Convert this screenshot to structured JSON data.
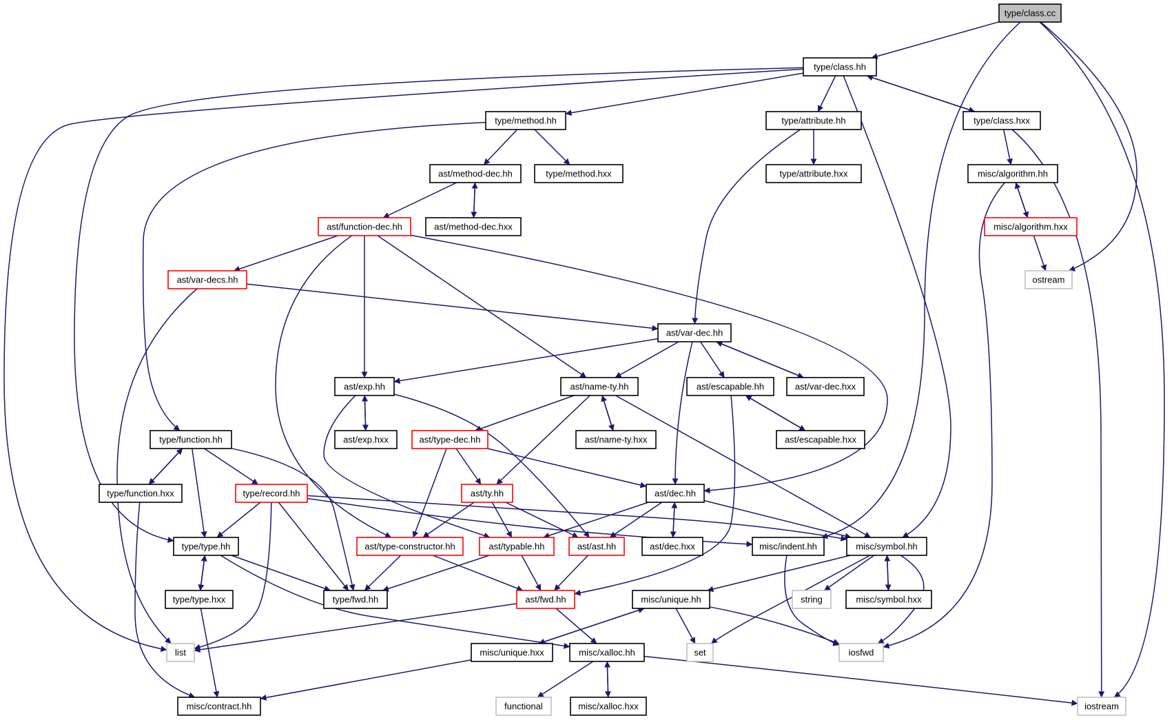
{
  "colors": {
    "edge": "#191970",
    "node_border_default": "#000000",
    "node_border_truncated": "#ff0000",
    "node_border_external": "#bfbfbf",
    "root_fill": "#bfbfbf",
    "node_fill": "#ffffff"
  },
  "legend_semantics": {
    "default": "black-bordered node (documented header)",
    "truncated": "red-bordered node (graph truncated beyond this node)",
    "external": "grey-bordered node (system header)",
    "root": "grey-filled node (file this graph is for)"
  },
  "nodes": [
    {
      "id": "type-class-cc",
      "label": "type/class.cc",
      "kind": "root"
    },
    {
      "id": "type-class-hh",
      "label": "type/class.hh",
      "kind": "default"
    },
    {
      "id": "type-method-hh",
      "label": "type/method.hh",
      "kind": "default"
    },
    {
      "id": "type-attribute-hh",
      "label": "type/attribute.hh",
      "kind": "default"
    },
    {
      "id": "type-class-hxx",
      "label": "type/class.hxx",
      "kind": "default"
    },
    {
      "id": "ast-method-dec-hh",
      "label": "ast/method-dec.hh",
      "kind": "default"
    },
    {
      "id": "type-method-hxx",
      "label": "type/method.hxx",
      "kind": "default"
    },
    {
      "id": "type-attribute-hxx",
      "label": "type/attribute.hxx",
      "kind": "default"
    },
    {
      "id": "misc-algorithm-hh",
      "label": "misc/algorithm.hh",
      "kind": "default"
    },
    {
      "id": "ast-function-dec-hh",
      "label": "ast/function-dec.hh",
      "kind": "truncated"
    },
    {
      "id": "ast-method-dec-hxx",
      "label": "ast/method-dec.hxx",
      "kind": "default"
    },
    {
      "id": "misc-algorithm-hxx",
      "label": "misc/algorithm.hxx",
      "kind": "truncated"
    },
    {
      "id": "ast-var-decs-hh",
      "label": "ast/var-decs.hh",
      "kind": "truncated"
    },
    {
      "id": "ostream",
      "label": "ostream",
      "kind": "external"
    },
    {
      "id": "ast-var-dec-hh",
      "label": "ast/var-dec.hh",
      "kind": "default"
    },
    {
      "id": "ast-exp-hh",
      "label": "ast/exp.hh",
      "kind": "default"
    },
    {
      "id": "ast-name-ty-hh",
      "label": "ast/name-ty.hh",
      "kind": "default"
    },
    {
      "id": "ast-escapable-hh",
      "label": "ast/escapable.hh",
      "kind": "default"
    },
    {
      "id": "ast-var-dec-hxx",
      "label": "ast/var-dec.hxx",
      "kind": "default"
    },
    {
      "id": "type-function-hh",
      "label": "type/function.hh",
      "kind": "default"
    },
    {
      "id": "ast-exp-hxx",
      "label": "ast/exp.hxx",
      "kind": "default"
    },
    {
      "id": "ast-type-dec-hh",
      "label": "ast/type-dec.hh",
      "kind": "truncated"
    },
    {
      "id": "ast-name-ty-hxx",
      "label": "ast/name-ty.hxx",
      "kind": "default"
    },
    {
      "id": "ast-escapable-hxx",
      "label": "ast/escapable.hxx",
      "kind": "default"
    },
    {
      "id": "type-function-hxx",
      "label": "type/function.hxx",
      "kind": "default"
    },
    {
      "id": "type-record-hh",
      "label": "type/record.hh",
      "kind": "truncated"
    },
    {
      "id": "ast-ty-hh",
      "label": "ast/ty.hh",
      "kind": "truncated"
    },
    {
      "id": "ast-dec-hh",
      "label": "ast/dec.hh",
      "kind": "default"
    },
    {
      "id": "type-type-hh",
      "label": "type/type.hh",
      "kind": "default"
    },
    {
      "id": "ast-type-constructor-hh",
      "label": "ast/type-constructor.hh",
      "kind": "truncated"
    },
    {
      "id": "ast-typable-hh",
      "label": "ast/typable.hh",
      "kind": "truncated"
    },
    {
      "id": "ast-ast-hh",
      "label": "ast/ast.hh",
      "kind": "truncated"
    },
    {
      "id": "ast-dec-hxx",
      "label": "ast/dec.hxx",
      "kind": "default"
    },
    {
      "id": "misc-indent-hh",
      "label": "misc/indent.hh",
      "kind": "default"
    },
    {
      "id": "misc-symbol-hh",
      "label": "misc/symbol.hh",
      "kind": "default"
    },
    {
      "id": "type-type-hxx",
      "label": "type/type.hxx",
      "kind": "default"
    },
    {
      "id": "type-fwd-hh",
      "label": "type/fwd.hh",
      "kind": "default"
    },
    {
      "id": "ast-fwd-hh",
      "label": "ast/fwd.hh",
      "kind": "truncated"
    },
    {
      "id": "misc-unique-hh",
      "label": "misc/unique.hh",
      "kind": "default"
    },
    {
      "id": "string",
      "label": "string",
      "kind": "external"
    },
    {
      "id": "misc-symbol-hxx",
      "label": "misc/symbol.hxx",
      "kind": "default"
    },
    {
      "id": "list",
      "label": "list",
      "kind": "external"
    },
    {
      "id": "misc-unique-hxx",
      "label": "misc/unique.hxx",
      "kind": "default"
    },
    {
      "id": "misc-xalloc-hh",
      "label": "misc/xalloc.hh",
      "kind": "default"
    },
    {
      "id": "set",
      "label": "set",
      "kind": "external"
    },
    {
      "id": "iosfwd",
      "label": "iosfwd",
      "kind": "external"
    },
    {
      "id": "misc-contract-hh",
      "label": "misc/contract.hh",
      "kind": "default"
    },
    {
      "id": "functional",
      "label": "functional",
      "kind": "external"
    },
    {
      "id": "misc-xalloc-hxx",
      "label": "misc/xalloc.hxx",
      "kind": "default"
    },
    {
      "id": "iostream",
      "label": "iostream",
      "kind": "external"
    }
  ],
  "edges": [
    {
      "from": "type-class-cc",
      "to": "type-class-hh"
    },
    {
      "from": "type-class-cc",
      "to": "misc-indent-hh"
    },
    {
      "from": "type-class-cc",
      "to": "ostream"
    },
    {
      "from": "type-class-cc",
      "to": "iostream"
    },
    {
      "from": "type-class-hh",
      "to": "type-method-hh"
    },
    {
      "from": "type-class-hh",
      "to": "type-attribute-hh"
    },
    {
      "from": "type-class-hh",
      "to": "type-class-hxx"
    },
    {
      "from": "type-class-hh",
      "to": "misc-symbol-hh"
    },
    {
      "from": "type-class-hh",
      "to": "type-type-hh"
    },
    {
      "from": "type-class-hh",
      "to": "list"
    },
    {
      "from": "type-class-hxx",
      "to": "type-class-hh"
    },
    {
      "from": "type-class-hxx",
      "to": "misc-algorithm-hh"
    },
    {
      "from": "type-class-hxx",
      "to": "iostream"
    },
    {
      "from": "type-method-hh",
      "to": "ast-method-dec-hh"
    },
    {
      "from": "type-method-hh",
      "to": "type-method-hxx"
    },
    {
      "from": "type-method-hh",
      "to": "type-function-hh"
    },
    {
      "from": "type-attribute-hh",
      "to": "type-attribute-hxx"
    },
    {
      "from": "type-attribute-hh",
      "to": "ast-var-dec-hh"
    },
    {
      "from": "ast-method-dec-hh",
      "to": "ast-function-dec-hh"
    },
    {
      "from": "ast-method-dec-hh",
      "to": "ast-method-dec-hxx"
    },
    {
      "from": "ast-method-dec-hxx",
      "to": "ast-method-dec-hh"
    },
    {
      "from": "misc-algorithm-hh",
      "to": "misc-algorithm-hxx"
    },
    {
      "from": "misc-algorithm-hh",
      "to": "iosfwd"
    },
    {
      "from": "misc-algorithm-hxx",
      "to": "misc-algorithm-hh"
    },
    {
      "from": "misc-algorithm-hxx",
      "to": "ostream"
    },
    {
      "from": "ast-function-dec-hh",
      "to": "ast-var-decs-hh"
    },
    {
      "from": "ast-function-dec-hh",
      "to": "ast-exp-hh"
    },
    {
      "from": "ast-function-dec-hh",
      "to": "ast-name-ty-hh"
    },
    {
      "from": "ast-function-dec-hh",
      "to": "ast-dec-hh"
    },
    {
      "from": "ast-function-dec-hh",
      "to": "ast-type-constructor-hh"
    },
    {
      "from": "ast-var-decs-hh",
      "to": "ast-var-dec-hh"
    },
    {
      "from": "ast-var-decs-hh",
      "to": "list"
    },
    {
      "from": "ast-var-dec-hh",
      "to": "ast-exp-hh"
    },
    {
      "from": "ast-var-dec-hh",
      "to": "ast-name-ty-hh"
    },
    {
      "from": "ast-var-dec-hh",
      "to": "ast-escapable-hh"
    },
    {
      "from": "ast-var-dec-hh",
      "to": "ast-var-dec-hxx"
    },
    {
      "from": "ast-var-dec-hh",
      "to": "ast-dec-hh"
    },
    {
      "from": "ast-var-dec-hxx",
      "to": "ast-var-dec-hh"
    },
    {
      "from": "ast-exp-hh",
      "to": "ast-exp-hxx"
    },
    {
      "from": "ast-exp-hh",
      "to": "ast-typable-hh"
    },
    {
      "from": "ast-exp-hh",
      "to": "ast-ast-hh"
    },
    {
      "from": "ast-exp-hxx",
      "to": "ast-exp-hh"
    },
    {
      "from": "ast-name-ty-hh",
      "to": "ast-type-dec-hh"
    },
    {
      "from": "ast-name-ty-hh",
      "to": "ast-name-ty-hxx"
    },
    {
      "from": "ast-name-ty-hh",
      "to": "ast-ty-hh"
    },
    {
      "from": "ast-name-ty-hh",
      "to": "misc-symbol-hh"
    },
    {
      "from": "ast-name-ty-hxx",
      "to": "ast-name-ty-hh"
    },
    {
      "from": "ast-escapable-hh",
      "to": "ast-escapable-hxx"
    },
    {
      "from": "ast-escapable-hh",
      "to": "ast-fwd-hh"
    },
    {
      "from": "ast-escapable-hxx",
      "to": "ast-escapable-hh"
    },
    {
      "from": "type-function-hh",
      "to": "type-function-hxx"
    },
    {
      "from": "type-function-hh",
      "to": "type-record-hh"
    },
    {
      "from": "type-function-hh",
      "to": "type-type-hh"
    },
    {
      "from": "type-function-hh",
      "to": "type-fwd-hh"
    },
    {
      "from": "type-function-hxx",
      "to": "type-function-hh"
    },
    {
      "from": "type-function-hxx",
      "to": "misc-contract-hh"
    },
    {
      "from": "ast-type-dec-hh",
      "to": "ast-ty-hh"
    },
    {
      "from": "ast-type-dec-hh",
      "to": "ast-dec-hh"
    },
    {
      "from": "ast-type-dec-hh",
      "to": "ast-type-constructor-hh"
    },
    {
      "from": "type-record-hh",
      "to": "type-type-hh"
    },
    {
      "from": "type-record-hh",
      "to": "type-fwd-hh"
    },
    {
      "from": "type-record-hh",
      "to": "list"
    },
    {
      "from": "type-record-hh",
      "to": "misc-indent-hh"
    },
    {
      "from": "type-record-hh",
      "to": "misc-symbol-hh"
    },
    {
      "from": "ast-ty-hh",
      "to": "ast-type-constructor-hh"
    },
    {
      "from": "ast-ty-hh",
      "to": "ast-typable-hh"
    },
    {
      "from": "ast-ty-hh",
      "to": "ast-ast-hh"
    },
    {
      "from": "ast-dec-hh",
      "to": "ast-typable-hh"
    },
    {
      "from": "ast-dec-hh",
      "to": "ast-ast-hh"
    },
    {
      "from": "ast-dec-hh",
      "to": "ast-dec-hxx"
    },
    {
      "from": "ast-dec-hh",
      "to": "misc-symbol-hh"
    },
    {
      "from": "ast-dec-hxx",
      "to": "ast-dec-hh"
    },
    {
      "from": "type-type-hh",
      "to": "type-type-hxx"
    },
    {
      "from": "type-type-hh",
      "to": "type-fwd-hh"
    },
    {
      "from": "type-type-hh",
      "to": "misc-xalloc-hh"
    },
    {
      "from": "type-type-hxx",
      "to": "type-type-hh"
    },
    {
      "from": "type-type-hxx",
      "to": "misc-contract-hh"
    },
    {
      "from": "ast-type-constructor-hh",
      "to": "type-fwd-hh"
    },
    {
      "from": "ast-type-constructor-hh",
      "to": "ast-fwd-hh"
    },
    {
      "from": "ast-typable-hh",
      "to": "type-fwd-hh"
    },
    {
      "from": "ast-typable-hh",
      "to": "ast-fwd-hh"
    },
    {
      "from": "ast-ast-hh",
      "to": "ast-fwd-hh"
    },
    {
      "from": "misc-indent-hh",
      "to": "iosfwd"
    },
    {
      "from": "misc-symbol-hh",
      "to": "misc-unique-hh"
    },
    {
      "from": "misc-symbol-hh",
      "to": "string"
    },
    {
      "from": "misc-symbol-hh",
      "to": "misc-symbol-hxx"
    },
    {
      "from": "misc-symbol-hh",
      "to": "set"
    },
    {
      "from": "misc-symbol-hh",
      "to": "iosfwd"
    },
    {
      "from": "misc-symbol-hxx",
      "to": "misc-symbol-hh"
    },
    {
      "from": "ast-fwd-hh",
      "to": "list"
    },
    {
      "from": "ast-fwd-hh",
      "to": "misc-xalloc-hh"
    },
    {
      "from": "misc-unique-hh",
      "to": "misc-unique-hxx"
    },
    {
      "from": "misc-unique-hh",
      "to": "set"
    },
    {
      "from": "misc-unique-hh",
      "to": "iosfwd"
    },
    {
      "from": "misc-unique-hxx",
      "to": "misc-unique-hh"
    },
    {
      "from": "misc-unique-hxx",
      "to": "misc-contract-hh"
    },
    {
      "from": "misc-xalloc-hh",
      "to": "functional"
    },
    {
      "from": "misc-xalloc-hh",
      "to": "misc-xalloc-hxx"
    },
    {
      "from": "misc-xalloc-hh",
      "to": "iostream"
    },
    {
      "from": "misc-xalloc-hxx",
      "to": "misc-xalloc-hh"
    }
  ]
}
